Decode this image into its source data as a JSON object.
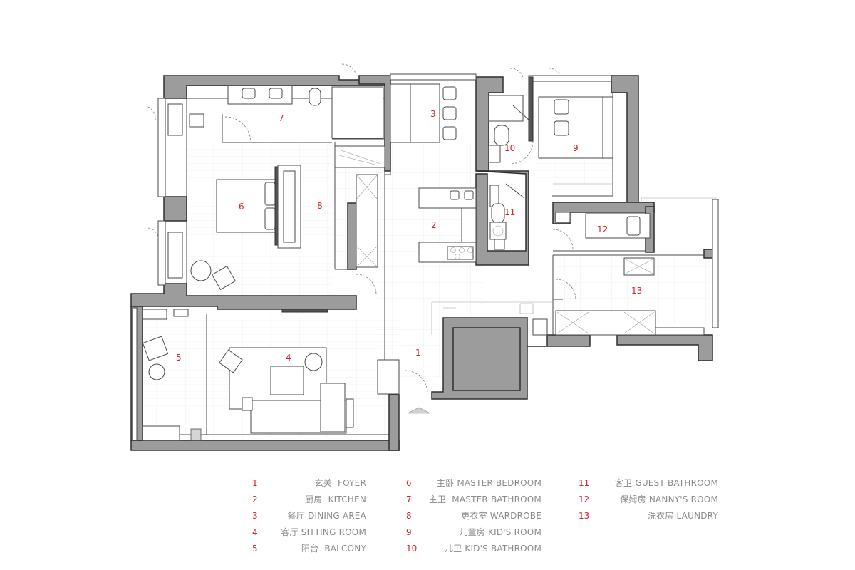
{
  "rooms": [
    {
      "num": "1",
      "cn": "玄关",
      "en": "FOYER"
    },
    {
      "num": "2",
      "cn": "厨房",
      "en": "KITCHEN"
    },
    {
      "num": "3",
      "cn": "餐厅",
      "en": "DINING AREA"
    },
    {
      "num": "4",
      "cn": "客厅",
      "en": "SITTING ROOM"
    },
    {
      "num": "5",
      "cn": "阳台",
      "en": "BALCONY"
    },
    {
      "num": "6",
      "cn": "主卧",
      "en": "MASTER BEDROOM"
    },
    {
      "num": "7",
      "cn": "主卫",
      "en": "MASTER BATHROOM"
    },
    {
      "num": "8",
      "cn": "更衣室",
      "en": "WARDROBE"
    },
    {
      "num": "9",
      "cn": "儿童房",
      "en": "KID'S ROOM"
    },
    {
      "num": "10",
      "cn": "儿卫",
      "en": "KID'S BATHROOM"
    },
    {
      "num": "11",
      "cn": "客卫",
      "en": "GUEST BATHROOM"
    },
    {
      "num": "12",
      "cn": "保姆房",
      "en": "NANNY'S ROOM"
    },
    {
      "num": "13",
      "cn": "洗衣房",
      "en": "LAUNDRY"
    }
  ],
  "colors": {
    "accent": "#d8212a",
    "wall": "#9c9c9c",
    "text": "#8a8a8a"
  }
}
